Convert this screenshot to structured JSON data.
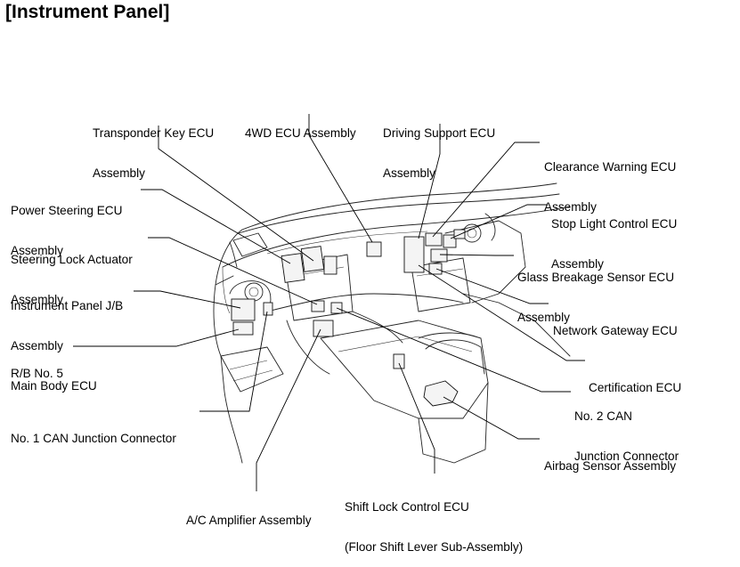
{
  "title": "[Instrument Panel]",
  "labels": {
    "transponder": [
      "Transponder Key ECU",
      "Assembly"
    ],
    "fourwd": [
      "4WD ECU Assembly"
    ],
    "driving_support": [
      "Driving Support ECU",
      "Assembly"
    ],
    "clearance_warning": [
      "Clearance Warning ECU",
      "Assembly"
    ],
    "power_steering": [
      "Power Steering ECU",
      "Assembly"
    ],
    "stop_light": [
      "Stop Light Control ECU",
      "Assembly"
    ],
    "steering_lock": [
      "Steering Lock Actuator",
      "Assembly"
    ],
    "glass_breakage": [
      "Glass Breakage Sensor ECU",
      "Assembly"
    ],
    "ip_jb": [
      "Instrument Panel J/B",
      "Assembly",
      "Main Body ECU"
    ],
    "network_gateway": [
      "Network Gateway ECU"
    ],
    "rb5": [
      "R/B No. 5"
    ],
    "certification": [
      "Certification ECU"
    ],
    "can2": [
      "No. 2 CAN",
      "Junction Connector"
    ],
    "can1": [
      "No. 1 CAN Junction Connector"
    ],
    "airbag": [
      "Airbag Sensor Assembly"
    ],
    "ac_amp": [
      "A/C Amplifier Assembly"
    ],
    "shift_lock": [
      "Shift Lock Control ECU",
      "(Floor Shift Lever Sub-Assembly)"
    ]
  }
}
